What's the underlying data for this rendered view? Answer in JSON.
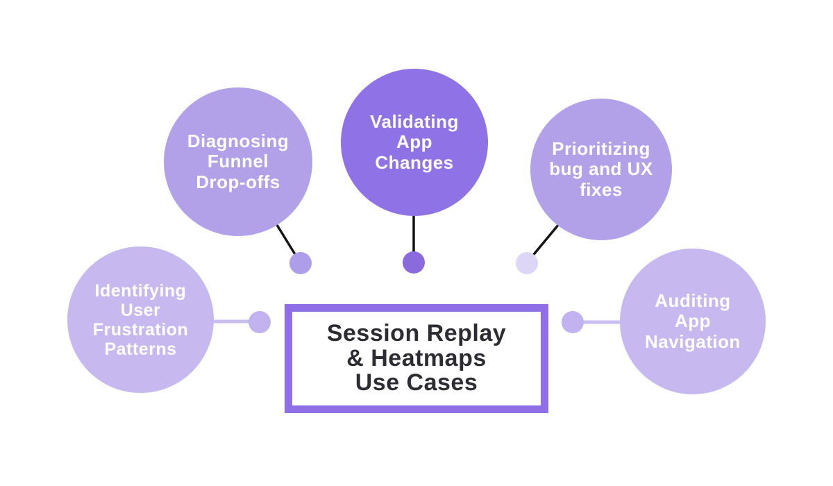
{
  "page": {
    "background": "#ffffff"
  },
  "center_box": {
    "title": "Session Replay\n& Heatmaps\nUse Cases",
    "border_color": "#8e6fe6",
    "background": "#ffffff",
    "text_color": "#2d2c33"
  },
  "circles": [
    {
      "id": "diagnosing-funnel-drop-offs",
      "label": "Diagnosing\nFunnel\nDrop-offs",
      "color": "#b2a1e8",
      "text_color": "#ffffff"
    },
    {
      "id": "validating-app-changes",
      "label": "Validating\nApp\nChanges",
      "color": "#8f72e5",
      "text_color": "#ffffff"
    },
    {
      "id": "prioritizing-bug-and-ux-fixes",
      "label": "Prioritizing\nbug and UX\nfixes",
      "color": "#b2a1e8",
      "text_color": "#ffffff"
    },
    {
      "id": "identifying-user-frustration",
      "label": "Identifying\nUser\nFrustration\nPatterns",
      "color": "#c7b9f0",
      "text_color": "#ffffff"
    },
    {
      "id": "auditing-app-navigation",
      "label": "Auditing\nApp\nNavigation",
      "color": "#c7b9f0",
      "text_color": "#ffffff"
    }
  ],
  "connectors": {
    "black_line_color": "#151515",
    "purple_line_color": "#cabdf2",
    "dots": [
      {
        "color": "#ae9ee9"
      },
      {
        "color": "#8b6ade"
      },
      {
        "color": "#ded6f7"
      },
      {
        "color": "#c2b2ef"
      },
      {
        "color": "#c2b2ef"
      }
    ]
  }
}
